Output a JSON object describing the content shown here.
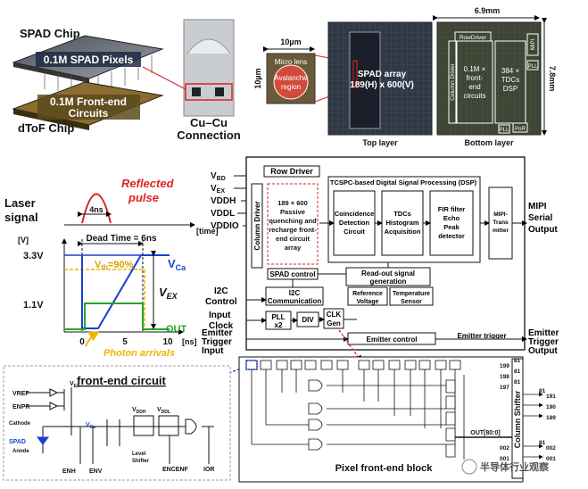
{
  "chips": {
    "spad_chip_label": "SPAD Chip",
    "spad_pixels_label": "0.1M SPAD Pixels",
    "frontend_label_line1": "0.1M Front-end",
    "frontend_label_line2": "Circuits",
    "dtof_chip_label": "dToF Chip",
    "cucu_line1": "Cu–Cu",
    "cucu_line2": "Connection"
  },
  "micrograph": {
    "pixel_width": "10µm",
    "pixel_height": "10µm",
    "micro_lens": "Micro lens",
    "avalanche_line1": "Avalanche",
    "avalanche_line2": "region",
    "spad_array_line1": "SPAD array",
    "spad_array_line2": "189(H) x 600(V)",
    "top_layer": "Top layer",
    "chip_width": "6.9mm",
    "chip_height": "7.8mm",
    "row_driver": "RowDriver",
    "column_driver": "Column Driver",
    "frontend_line1": "0.1M ×",
    "frontend_line2": "front-",
    "frontend_line3": "end",
    "frontend_line4": "circuits",
    "tdc_line1": "384 ×",
    "tdc_line2": "TDCs",
    "tdc_line3": "DSP",
    "mipi": "MIPI",
    "pll": "PLL",
    "pll2": "PLL",
    "por": "PoR",
    "bottom_layer": "Bottom layer"
  },
  "timing": {
    "laser_line1": "Laser",
    "laser_line2": "signal",
    "pulse_width": "4ns",
    "reflected_line1": "Reflected",
    "reflected_line2": "pulse",
    "time_unit": "[time]",
    "volt_unit": "[V]",
    "dead_time": "Dead Time = 6ns",
    "v33": "3.3V",
    "v11": "1.1V",
    "vth": "V",
    "vth_sub": "th",
    "vth_val": "=90%",
    "vca": "V",
    "vca_sub": "Ca",
    "vex": "V",
    "vex_sub": "EX",
    "out": "OUT",
    "t0": "0",
    "t5": "5",
    "t10": "10",
    "ns": "[ns]",
    "photon": "Photon arrivals"
  },
  "block": {
    "pin_vbd": "V",
    "pin_vbd_sub": "BD",
    "pin_vex": "V",
    "pin_vex_sub": "EX",
    "pin_vddh": "VDDH",
    "pin_vddl": "VDDL",
    "pin_vddio": "VDDIO",
    "row_driver": "Row Driver",
    "column_driver": "Column Driver",
    "array_line1": "189 × 600",
    "array_line2": "Passive",
    "array_line3": "quenching and",
    "array_line4": "recharge front-",
    "array_line5": "end circuit",
    "array_line6": "array",
    "dsp_title": "TCSPC-based Digital Signal Processing (DSP)",
    "coinc_line1": "Coincidence",
    "coinc_line2": "Detection",
    "coinc_line3": "Circuit",
    "tdc_line1": "TDCs",
    "tdc_line2": "Histogram",
    "tdc_line3": "Acquisition",
    "fir_line1": "FIR filter",
    "fir_line2": "Echo",
    "fir_line3": "Peak",
    "fir_line4": "detector",
    "mipi_line1": "MIPI-",
    "mipi_line2": "Trans",
    "mipi_line3": "mitter",
    "mipi_out_line1": "MIPI",
    "mipi_out_line2": "Serial",
    "mipi_out_line3": "Output",
    "spad_control": "SPAD control",
    "readout_line1": "Read-out signal",
    "readout_line2": "generation",
    "refv_line1": "Reference",
    "refv_line2": "Voltage",
    "temp_line1": "Temperature",
    "temp_line2": "Sensor",
    "i2c_line1": "I2C",
    "i2c_line2": "Communication",
    "i2c_pin_line1": "I2C",
    "i2c_pin_line2": "Control",
    "clk_pin_line1": "Input",
    "clk_pin_line2": "Clock",
    "pll_line1": "PLL",
    "pll_line2": "x2",
    "div": "DIV",
    "clk_line1": "CLK",
    "clk_line2": "Gen",
    "emitter_control": "Emitter control",
    "emitter_trigger": "Emitter trigger",
    "em_in_line1": "Emitter",
    "em_in_line2": "Trigger",
    "em_in_line3": "Input",
    "em_out_line1": "Emitter",
    "em_out_line2": "Trigger",
    "em_out_line3": "Output"
  },
  "frontend": {
    "title": "front-end circuit",
    "vref": "VREF",
    "enpr": "ENPR",
    "vex": "V",
    "vex_sub": "EX",
    "vca": "V",
    "vca_sub": "Ca",
    "vddh": "V",
    "vddh_sub": "DDH",
    "vddl": "V",
    "vddl_sub": "DDL",
    "cathode": "Cathode",
    "spad": "SPAD",
    "anode": "Anode",
    "enh": "ENH",
    "env": "ENV",
    "level_line1": "Level",
    "level_line2": "Shifter",
    "encenf": "ENCENF",
    "ior": "IOR"
  },
  "pixel_block": {
    "title": "Pixel front-end block",
    "out_bus": "OUT[80:0]",
    "column_shifter": "Column Shifter",
    "row199": "199",
    "row198": "198",
    "row197": "197",
    "row002": "002",
    "row001": "001",
    "out191": "191",
    "out190": "190",
    "out189": "189",
    "out002": "002",
    "out001": "001",
    "bus81": "81",
    "watermark": "半导体行业观察"
  }
}
